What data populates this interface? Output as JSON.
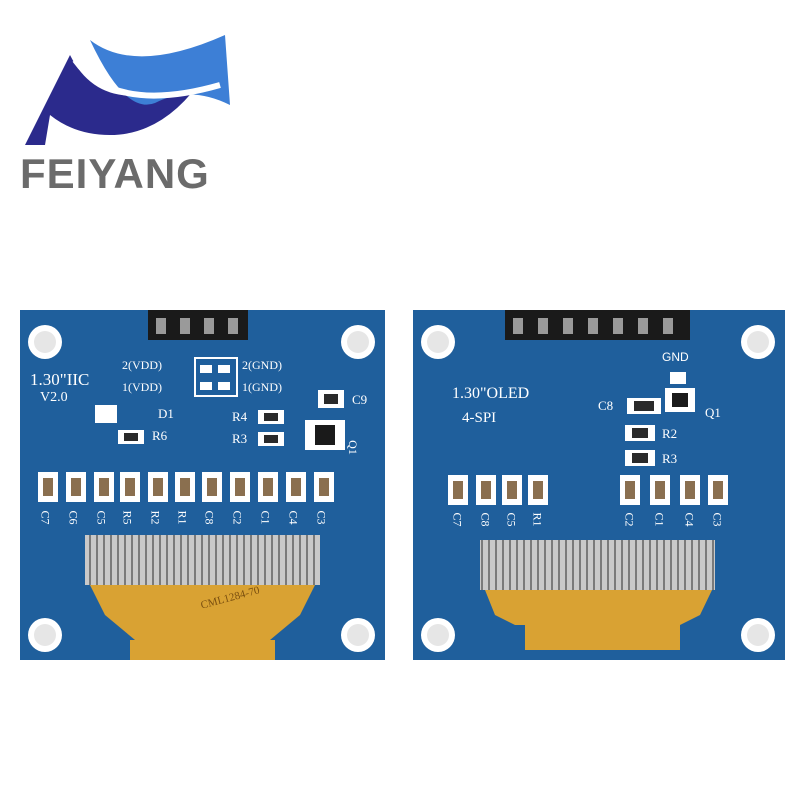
{
  "brand": {
    "name": "FEIYANG"
  },
  "colors": {
    "pcb_blue": "#1f5f9c",
    "flex_orange": "#d9a233",
    "logo_navy": "#2b2a8c",
    "logo_blue": "#3d7fd6",
    "brand_gray": "#6b6b6b"
  },
  "left_module": {
    "title": "1.30\"IIC",
    "version": "V2.0",
    "pins": [
      "2(VDD)",
      "2(GND)",
      "1(VDD)",
      "1(GND)"
    ],
    "labels": [
      "D1",
      "R6",
      "R4",
      "R3",
      "C9",
      "Q1"
    ],
    "bottom_components": [
      "C7",
      "C6",
      "C5",
      "R5",
      "R2",
      "R1",
      "C8",
      "C2",
      "C1",
      "C4",
      "C3"
    ],
    "flex_text": "CML1284-70"
  },
  "right_module": {
    "title": "1.30\"OLED",
    "interface": "4-SPI",
    "labels": [
      "GND",
      "Q1",
      "C8",
      "R2",
      "R3"
    ],
    "bottom_components": [
      "C7",
      "C8",
      "C5",
      "R1",
      "C2",
      "C1",
      "C4",
      "C3"
    ]
  }
}
